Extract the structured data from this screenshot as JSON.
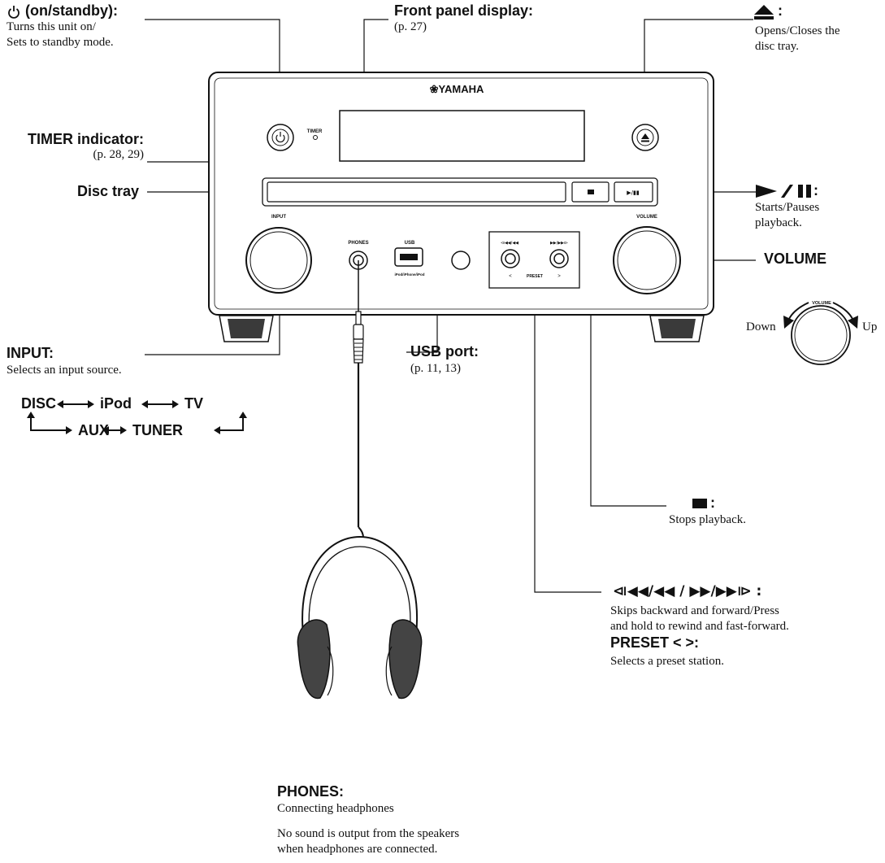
{
  "device": {
    "brand": "❀YAMAHA",
    "timer_label": "TIMER",
    "input_label": "INPUT",
    "volume_label": "VOLUME",
    "phones_label": "PHONES",
    "usb_label": "USB",
    "usb_sub": "iPod/iPhone/iPod",
    "preset_label": "PRESET",
    "preset_lt": "<",
    "preset_gt": ">",
    "skip_back_glyph": "⧏◀◀/◀◀",
    "skip_fwd_glyph": "▶▶/▶▶⧐",
    "play_pause_glyph": "▶/▮▮"
  },
  "callouts": {
    "standby": {
      "title": "(on/standby):",
      "icon": "power-icon",
      "desc": [
        "Turns this unit on/",
        "Sets to standby mode."
      ]
    },
    "display": {
      "title": "Front panel display:",
      "desc": "(p. 27)"
    },
    "eject": {
      "title": ":",
      "icon": "eject-icon",
      "desc": [
        "Opens/Closes the",
        "disc tray."
      ]
    },
    "timer": {
      "title": "TIMER indicator:",
      "desc": "(p. 28, 29)"
    },
    "disc_tray": {
      "title": "Disc tray"
    },
    "play_pause": {
      "title": ":",
      "icon": "play-pause-icon",
      "desc": [
        "Starts/Pauses",
        "playback."
      ]
    },
    "volume": {
      "title": "VOLUME",
      "knob_label": "VOLUME",
      "down": "Down",
      "up": "Up"
    },
    "input": {
      "title": "INPUT:",
      "desc": "Selects an input source."
    },
    "usb": {
      "title": "USB port:",
      "desc": "(p. 11, 13)"
    },
    "stop": {
      "title": ":",
      "icon": "stop-icon",
      "desc": "Stops playback."
    },
    "skip": {
      "glyph": "⧏◀◀/◀◀ / ▶▶/▶▶⧐ :",
      "desc": [
        "Skips backward and forward/Press",
        "and hold to rewind and fast-forward."
      ]
    },
    "preset": {
      "title": "PRESET < >:",
      "desc": "Selects a preset station."
    },
    "phones": {
      "title": "PHONES:",
      "desc": "Connecting headphones",
      "note": [
        "No sound is output from the speakers",
        "when headphones are connected."
      ]
    }
  },
  "input_cycle": {
    "disc": "DISC",
    "ipod": "iPod",
    "tv": "TV",
    "aux": "AUX",
    "tuner": "TUNER"
  },
  "colors": {
    "ink": "#111111",
    "panel": "#ffffff",
    "foot": "#3a3a3a"
  }
}
